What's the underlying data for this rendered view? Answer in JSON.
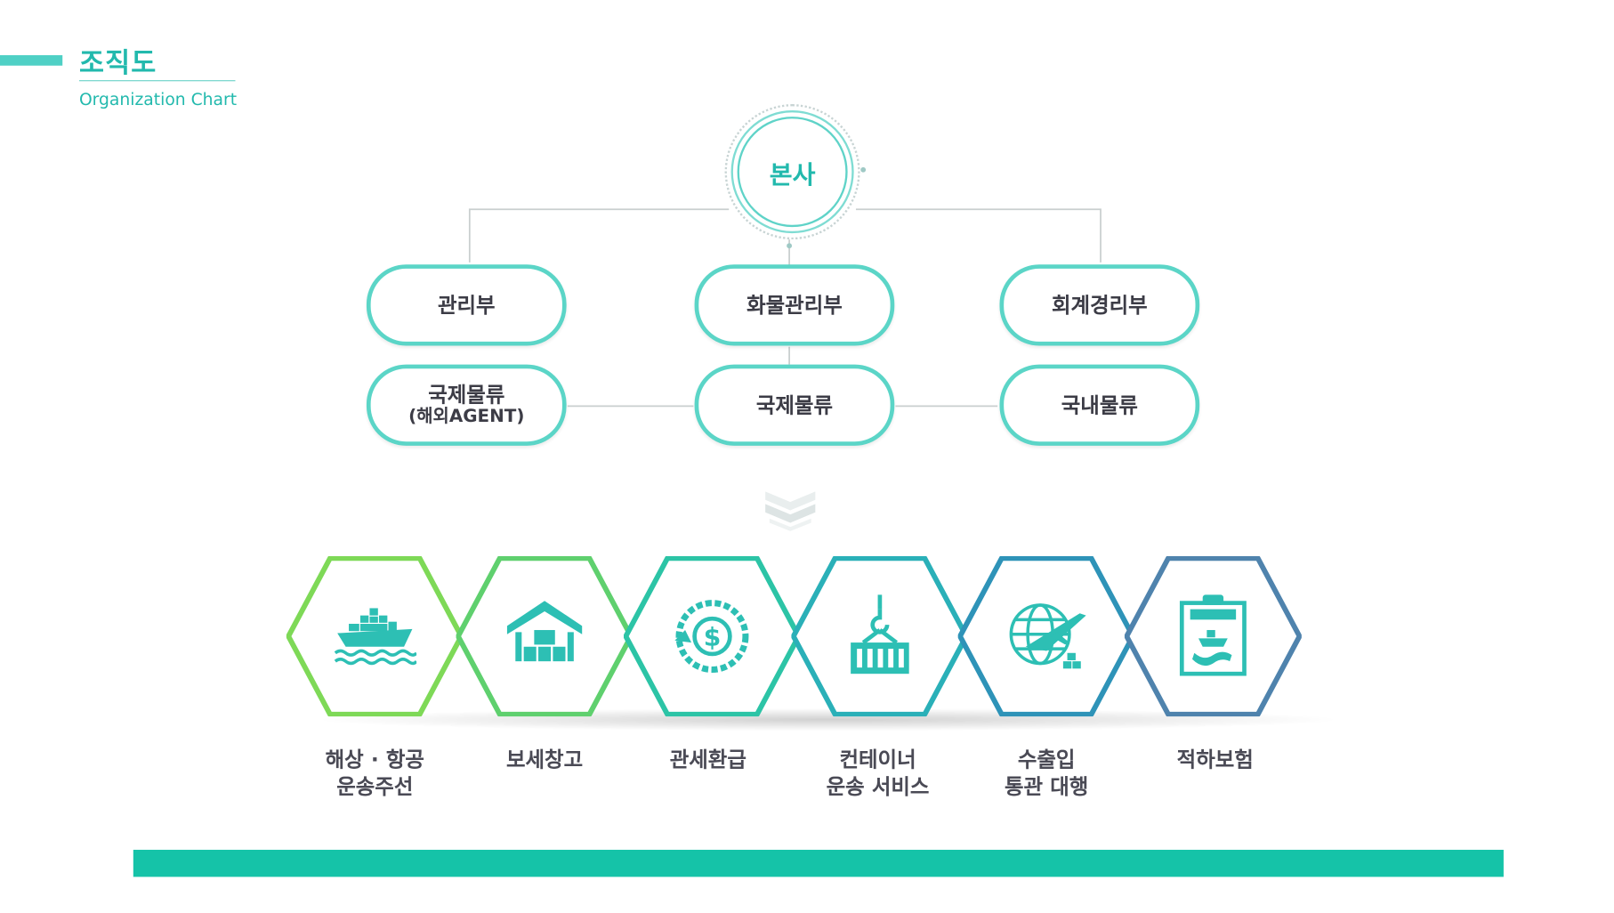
{
  "header": {
    "title_ko": "조직도",
    "title_en": "Organization Chart"
  },
  "hq": {
    "label": "본사"
  },
  "departments": {
    "row1": [
      "관리부",
      "화물관리부",
      "회계경리부"
    ],
    "row2": [
      {
        "line1": "국제물류",
        "line2": "(해외AGENT)"
      },
      {
        "line1": "국제물류",
        "line2": ""
      },
      {
        "line1": "국내물류",
        "line2": ""
      }
    ]
  },
  "services": [
    {
      "line1": "해상 · 항공",
      "line2": "운송주선",
      "icon": "cargo-ship-icon"
    },
    {
      "line1": "보세창고",
      "line2": "",
      "icon": "warehouse-icon"
    },
    {
      "line1": "관세환급",
      "line2": "",
      "icon": "dollar-refund-icon"
    },
    {
      "line1": "컨테이너",
      "line2": "운송 서비스",
      "icon": "container-crane-icon"
    },
    {
      "line1": "수출입",
      "line2": "통관 대행",
      "icon": "globe-airplane-icon"
    },
    {
      "line1": "적하보험",
      "line2": "",
      "icon": "insurance-clipboard-icon"
    }
  ],
  "colors": {
    "accent": "#22b9ad",
    "box_border": "#5bd5c7",
    "footer": "#15c3a8",
    "hex_gradient": [
      "#7ed957",
      "#52cc7c",
      "#2cc4a6",
      "#2ab0b8",
      "#2e93b8",
      "#4f83ad"
    ]
  }
}
